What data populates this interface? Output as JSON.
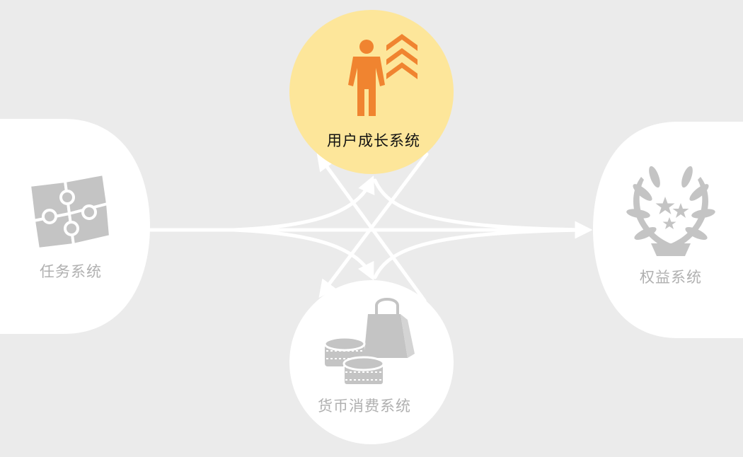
{
  "colors": {
    "background": "#ebebeb",
    "node_fill": "#ffffff",
    "highlight_fill": "#fde69a",
    "highlight_icon": "#f08430",
    "muted_icon": "#c4c4c4",
    "muted_text": "#b0b0b0",
    "connector": "#ffffff"
  },
  "nodes": {
    "growth": {
      "label": "用户成长系统",
      "icon": "person-growth-icon",
      "state": "highlighted"
    },
    "task": {
      "label": "任务系统",
      "icon": "puzzle-icon",
      "state": "muted"
    },
    "rights": {
      "label": "权益系统",
      "icon": "laurel-stars-icon",
      "state": "muted"
    },
    "currency": {
      "label": "货币消费系统",
      "icon": "coins-shopping-bag-icon",
      "state": "muted"
    }
  }
}
